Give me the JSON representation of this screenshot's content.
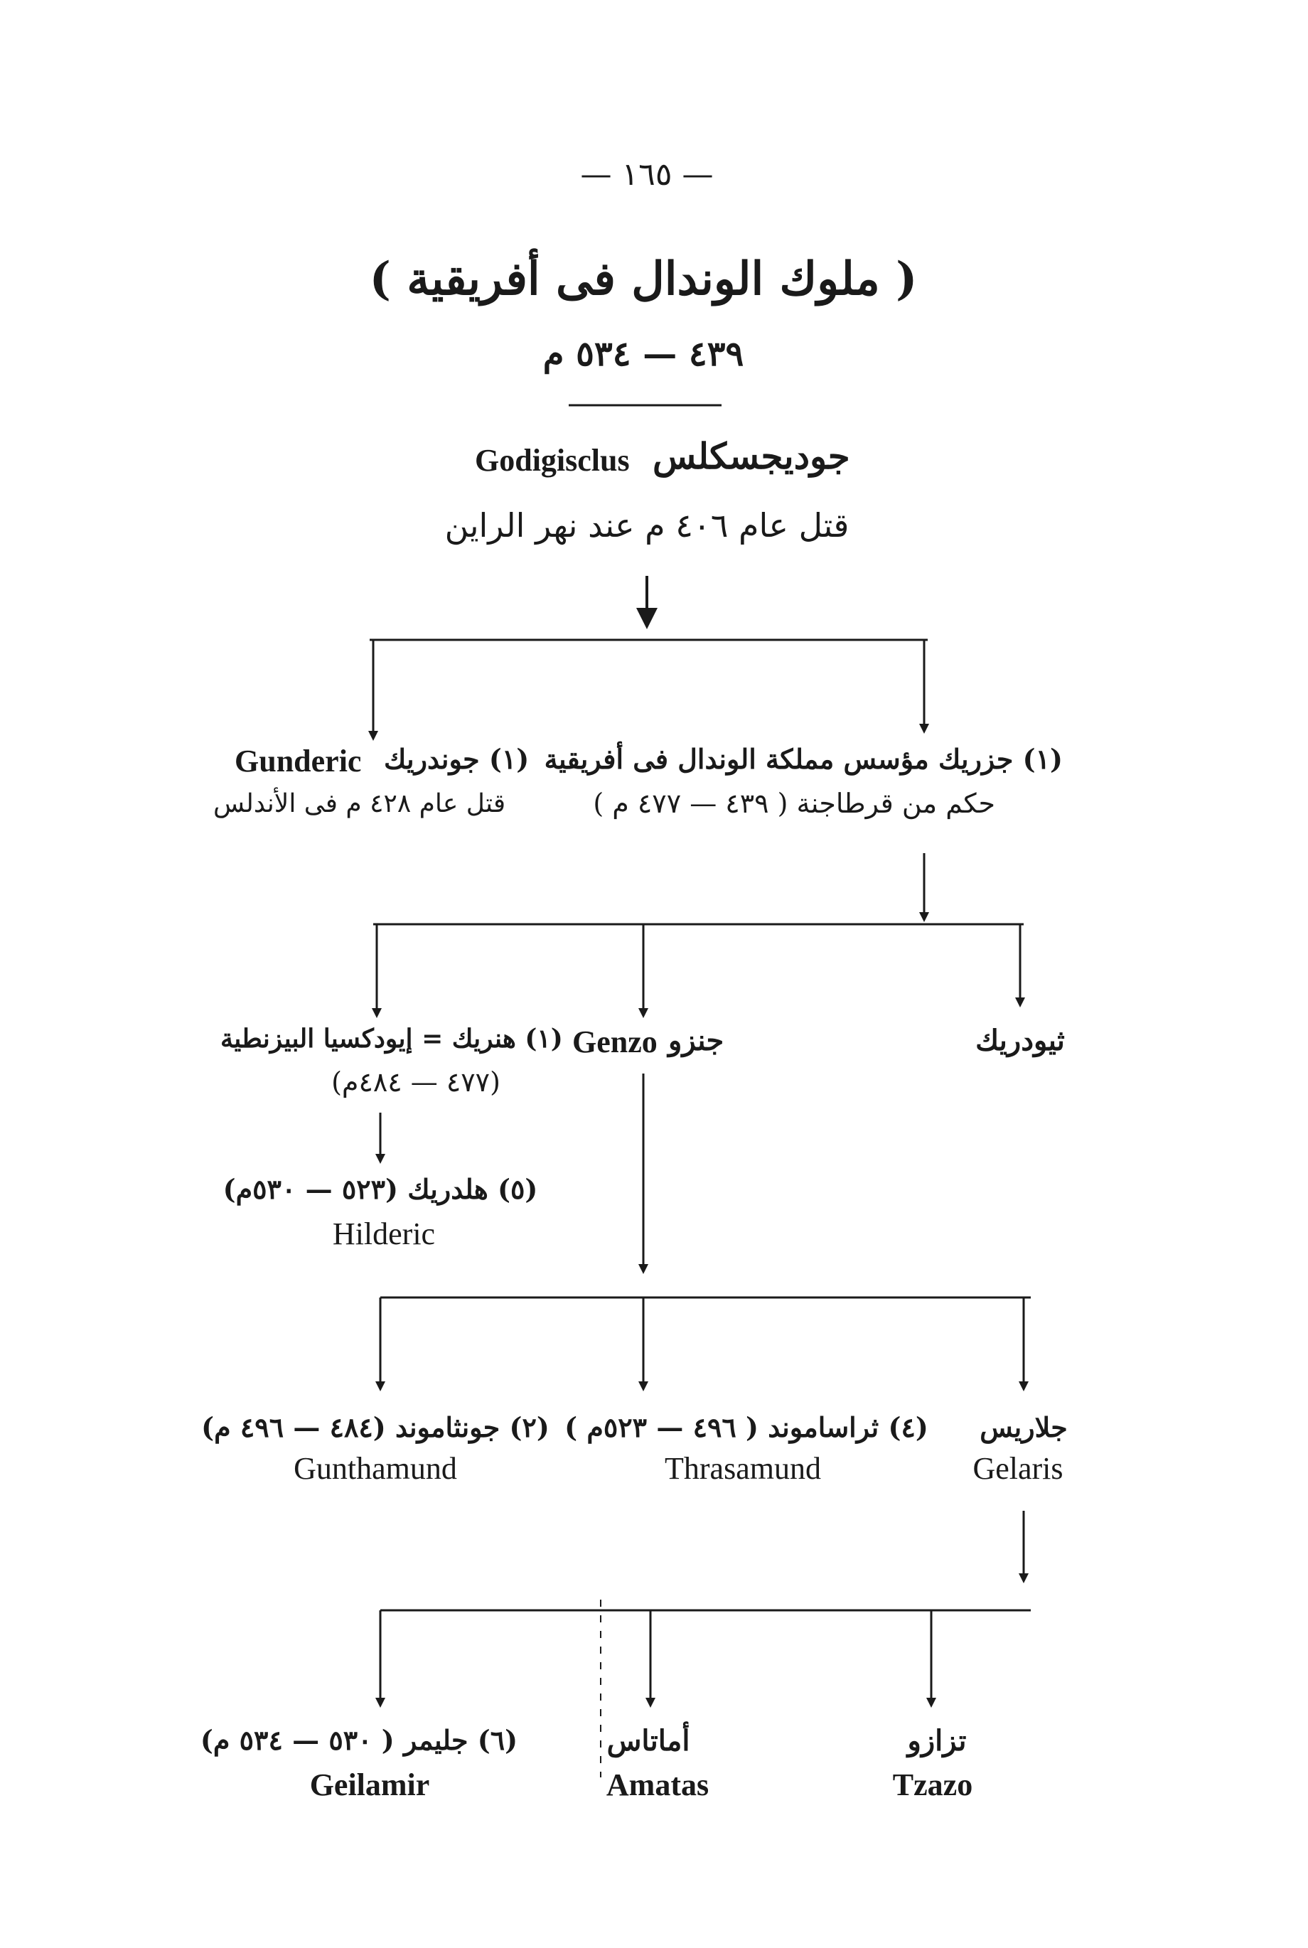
{
  "page_number": "— ١٦٥ —",
  "title": "( ملوك الوندال فى أفريقية )",
  "title_years": "٤٣٩ — ٥٣٤ م",
  "root": {
    "latin": "Godigisclus",
    "arabic": "جوديجسكلس",
    "note": "قتل عام ٤٠٦ م عند نهر الراين"
  },
  "gen1": {
    "gunderic": {
      "latin": "Gunderic",
      "arabic": "(١) جوندريك",
      "note": "قتل عام ٤٢٨ م فى الأندلس"
    },
    "genseric": {
      "line1": "(١) جزريك مؤسس مملكة الوندال فى أفريقية",
      "line2": "حكم من قرطاجنة ( ٤٣٩ — ٤٧٧ م )"
    }
  },
  "gen2": {
    "huneric": {
      "line1": "(١) هنريك = إيودكسيا البيزنطية",
      "line2": "(٤٧٧ — ٤٨٤م)"
    },
    "genzo": {
      "latin": "Genzo",
      "arabic": "جنزو"
    },
    "theodoric": {
      "arabic": "ثيودريك"
    }
  },
  "hilderic": {
    "line1": "(٥) هلدريك (٥٢٣ — ٥٣٠م)",
    "latin": "Hilderic"
  },
  "gen3": {
    "gunthamund": {
      "arabic": "(٢) جونثاموند (٤٨٤ — ٤٩٦ م)",
      "latin": "Gunthamund"
    },
    "thrasamund": {
      "arabic": "(٤) ثراساموند ( ٤٩٦ — ٥٢٣م )",
      "latin": "Thrasamund"
    },
    "gelaris": {
      "arabic": "جلاريس",
      "latin": "Gelaris"
    }
  },
  "gen4": {
    "geilamir": {
      "arabic": "(٦) جليمر ( ٥٣٠ — ٥٣٤ م)",
      "latin": "Geilamir"
    },
    "amatas": {
      "arabic": "أماتاس",
      "latin": "Amatas"
    },
    "tzazo": {
      "arabic": "تزازو",
      "latin": "Tzazo"
    }
  }
}
